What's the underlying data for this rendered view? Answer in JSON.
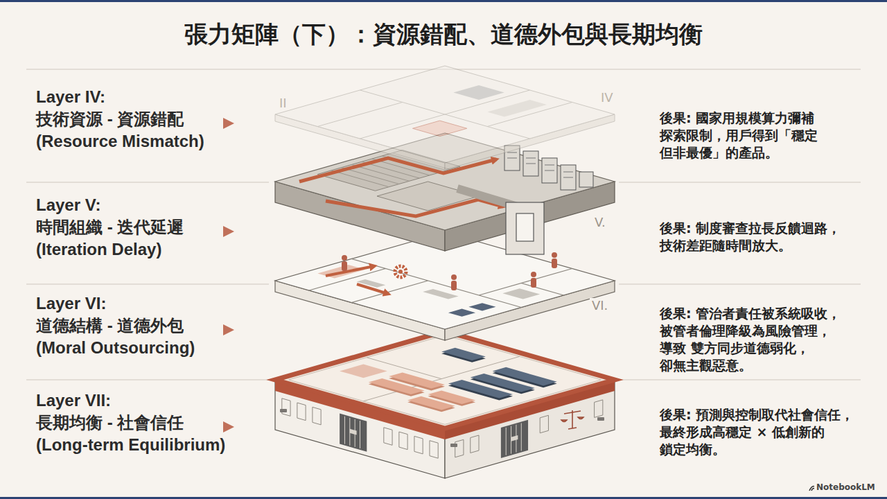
{
  "diagram": {
    "title": "張力矩陣（下）：資源錯配、道德外包與長期均衡",
    "nodes": [
      {
        "text": [
          "Layer IV:",
          "技術資源 - 資源錯配",
          "(Resource Mismatch)"
        ]
      },
      {
        "text": [
          "後果: 國家用規模算力彌補 探索限制，用戶得到「穩定 但非最優」的產品。"
        ]
      },
      {
        "text": [
          "Layer V:",
          "時間組織 - 迭代延遲",
          "(Iteration Delay)"
        ]
      },
      {
        "text": [
          "後果: 制度審查拉長反饋迴路， 技術差距隨時間放大。"
        ]
      },
      {
        "text": [
          "Layer VI:",
          "道德結構 - 道德外包",
          "(Moral Outsourcing)"
        ]
      },
      {
        "text": [
          "後果: 管治者責任被系統吸收， 被管者倫理降級為風險管理， 導致 雙方同步道德弱化， 卻無主觀惡意。"
        ]
      },
      {
        "text": [
          "Layer VII:",
          "長期均衡 - 社會信任",
          "(Long-term Equilibrium)"
        ]
      },
      {
        "text": [
          "後果: 預測與控制取代社會信任， 最終形成高穩定 × 低創新的 鎖定均衡。"
        ]
      }
    ],
    "labels": [
      "II",
      "IV",
      "V.",
      "VI.",
      "NotebookLM"
    ]
  }
}
